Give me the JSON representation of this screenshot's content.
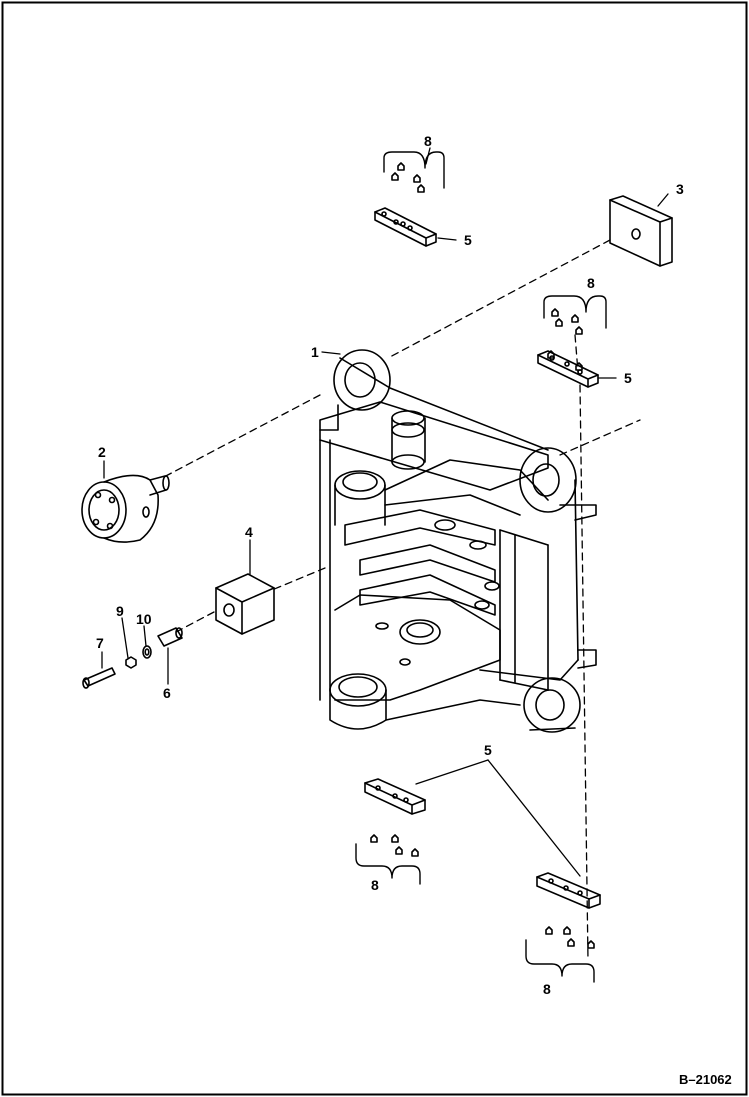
{
  "drawing_ref": "B–21062",
  "callouts": {
    "c1": "1",
    "c2": "2",
    "c3": "3",
    "c4": "4",
    "c5a": "5",
    "c5b": "5",
    "c5c": "5",
    "c6": "6",
    "c7": "7",
    "c8a": "8",
    "c8b": "8",
    "c8c": "8",
    "c8d": "8",
    "c9": "9",
    "c10": "10"
  }
}
